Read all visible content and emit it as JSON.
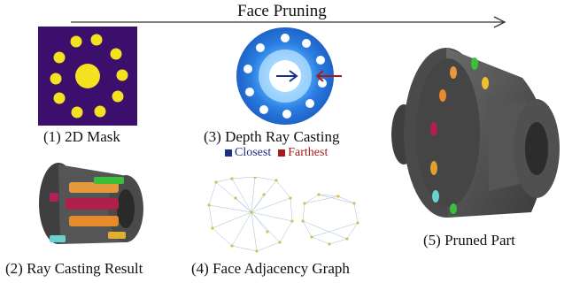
{
  "header": {
    "title": "Face Pruning"
  },
  "steps": [
    {
      "label": "(1) 2D Mask"
    },
    {
      "label": "(2) Ray Casting Result"
    },
    {
      "label": "(3) Depth Ray Casting"
    },
    {
      "label": "(4) Face Adjacency Graph"
    },
    {
      "label": "(5) Pruned Part"
    }
  ],
  "legend": {
    "closest": {
      "label": "Closest",
      "color": "#1a2f8a"
    },
    "farthest": {
      "label": "Farthest",
      "color": "#a31d1d"
    }
  },
  "colors": {
    "mask_background": "#3b0f6b",
    "mask_holes": "#f4e11f",
    "depth_blue": "#2a7de1",
    "part_gray": "#4d4d4d"
  }
}
